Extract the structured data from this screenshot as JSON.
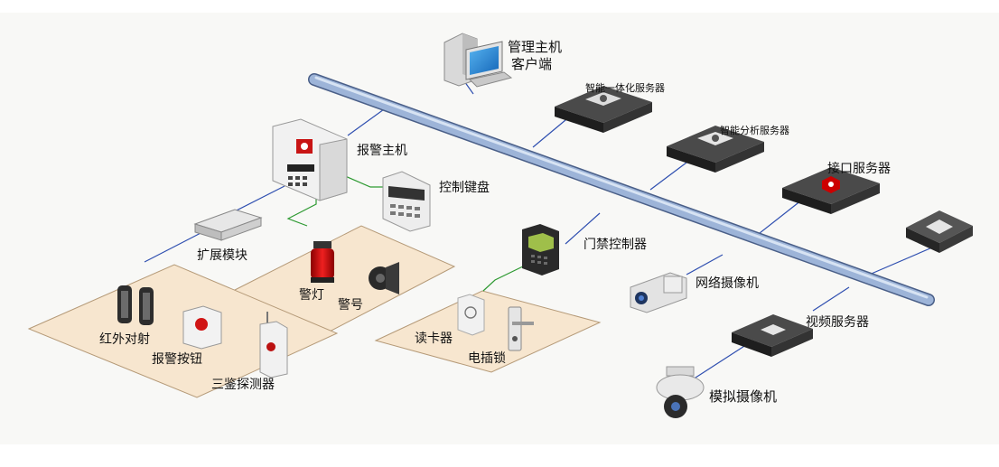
{
  "labels": {
    "mgmt_host": "管理主机",
    "client": "客户端",
    "integrated_server": "智能一体化服务器",
    "analysis_server": "智能分析服务器",
    "interface_server": "接口服务器",
    "alarm_host": "报警主机",
    "control_keyboard": "控制键盘",
    "expansion_module": "扩展模块",
    "alarm_light": "警灯",
    "siren": "警号",
    "infrared_beam": "红外对射",
    "alarm_button": "报警按钮",
    "triple_detector": "三鉴探测器",
    "access_controller": "门禁控制器",
    "card_reader": "读卡器",
    "electric_lock": "电插锁",
    "network_camera": "网络摄像机",
    "video_server": "视频服务器",
    "analog_camera": "模拟摄像机"
  },
  "colors": {
    "blue_link": "#2f4fb0",
    "green_link": "#2e9a32",
    "zone_fill": "#f7e6cf",
    "zone_stroke": "#b59a78",
    "backbone": "#9db4d8",
    "device_dark": "#2b2b2b"
  }
}
